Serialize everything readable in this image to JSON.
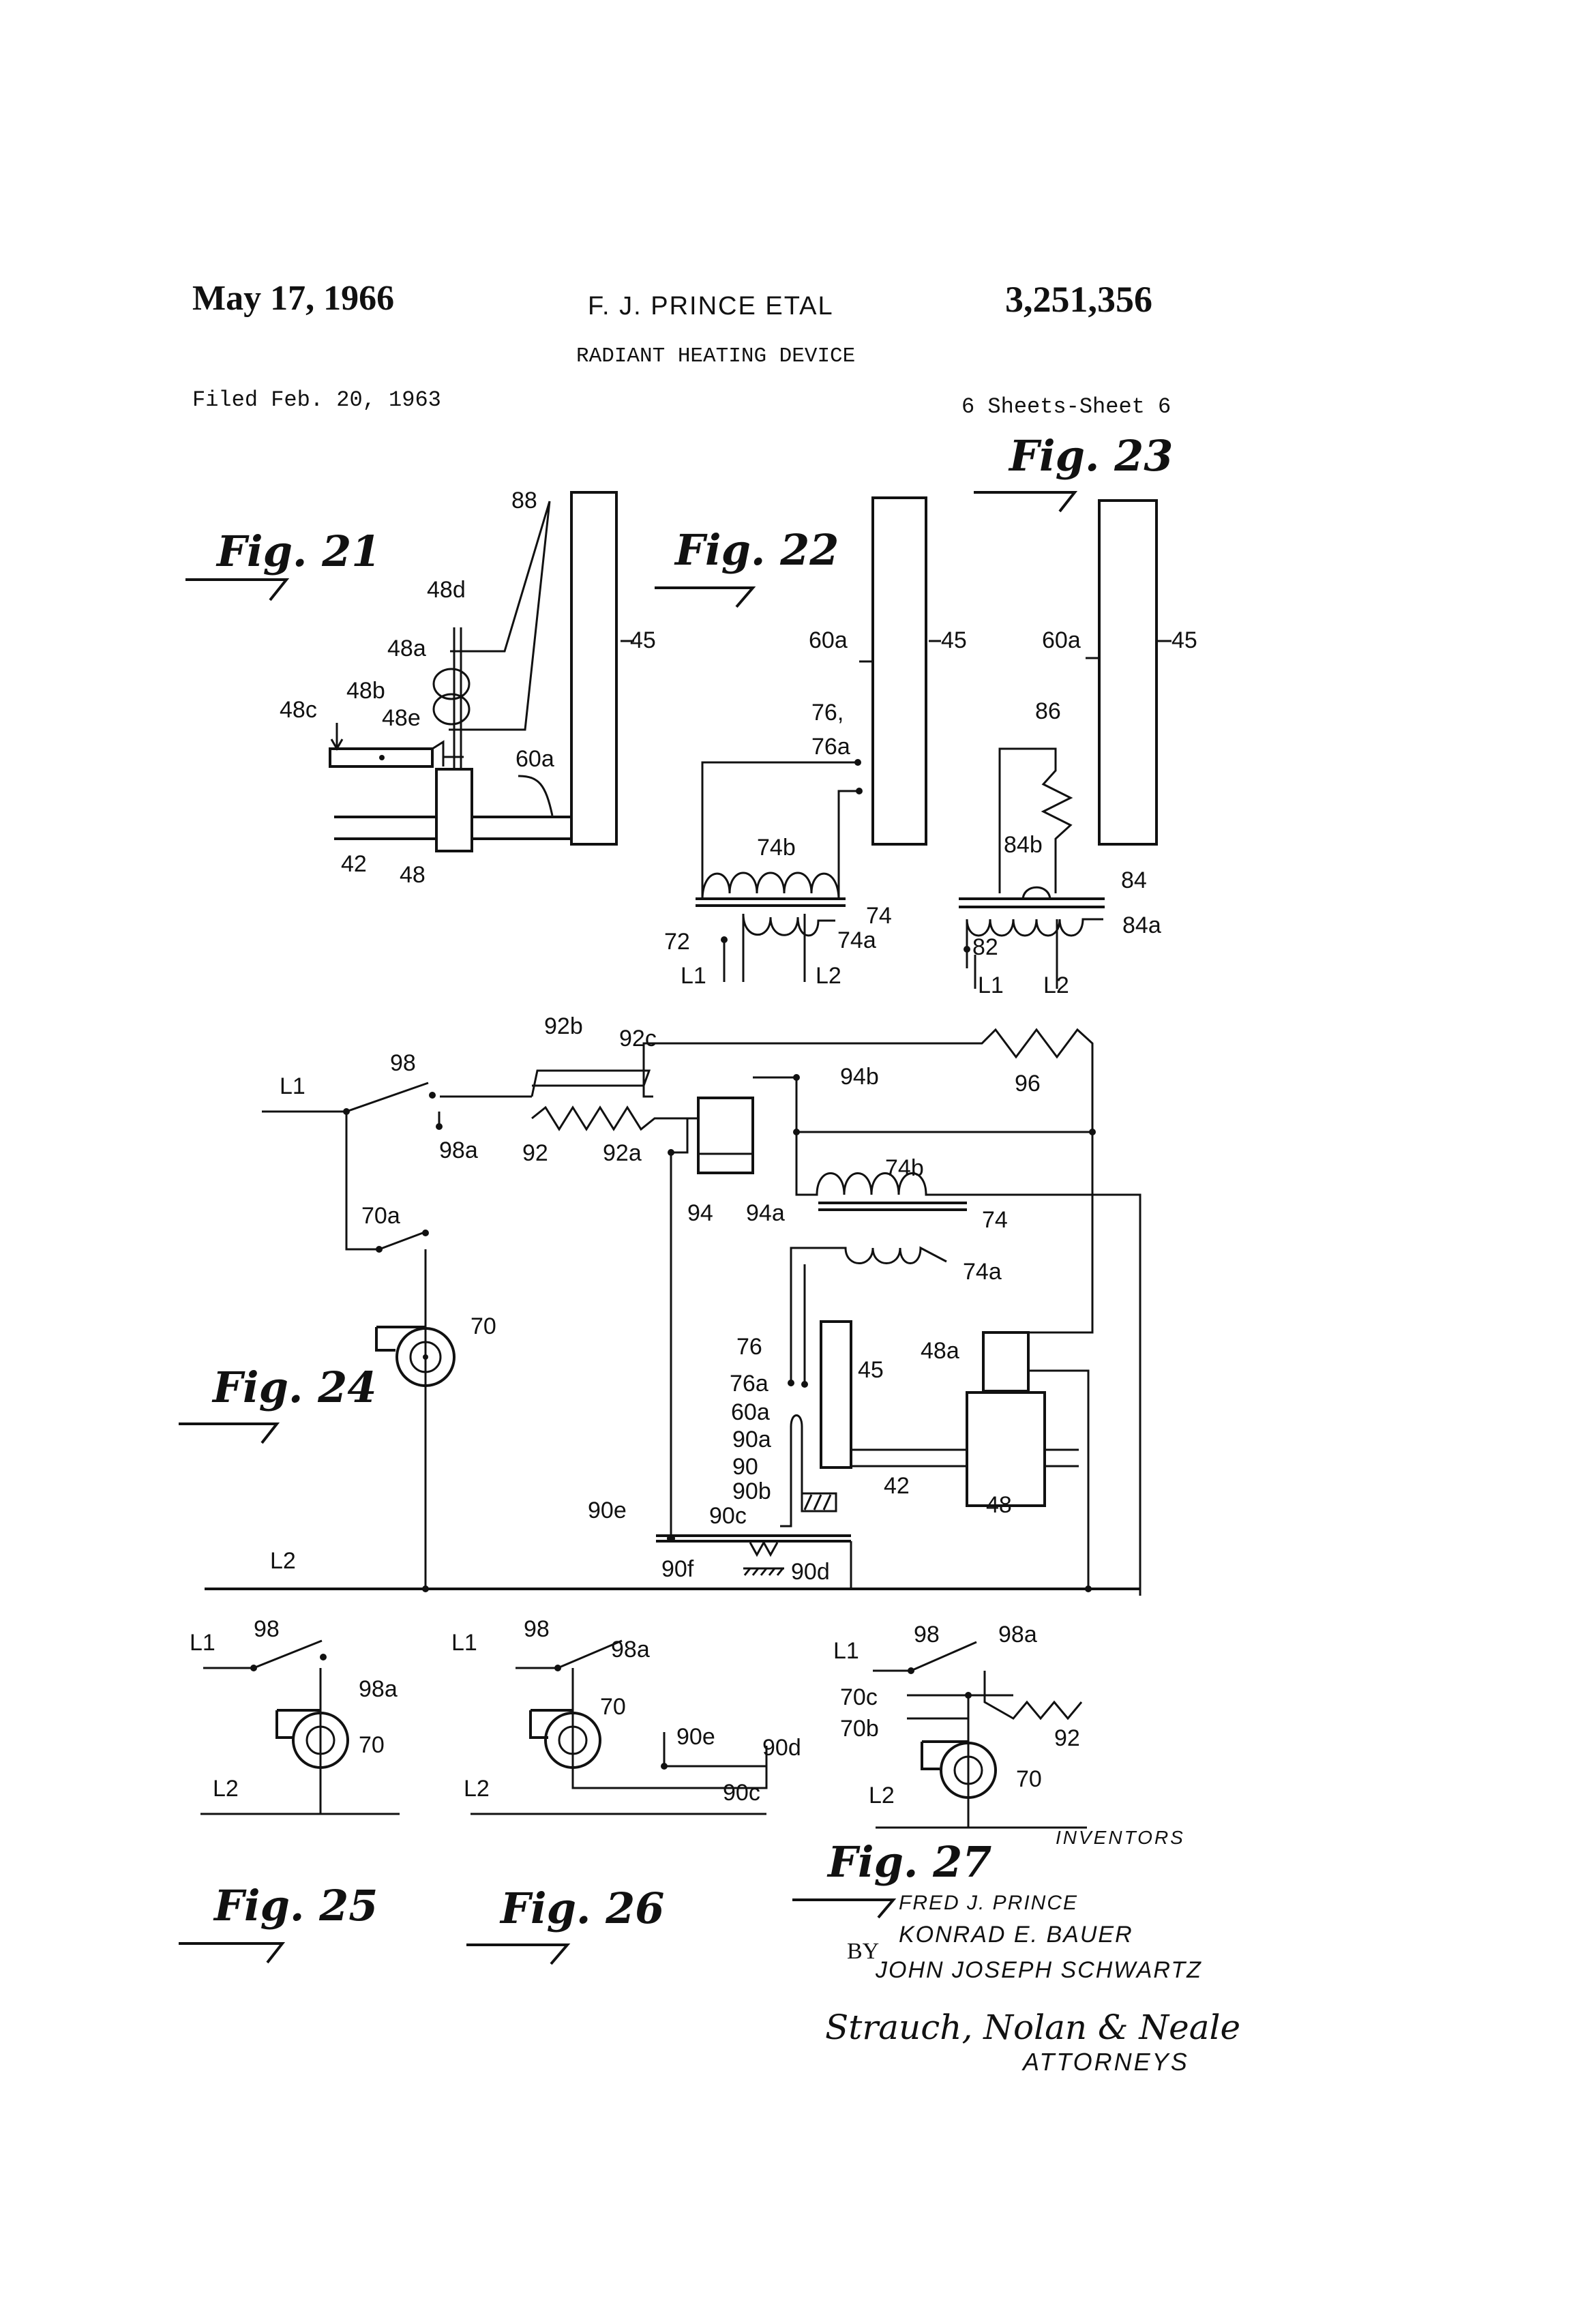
{
  "header": {
    "date": "May 17, 1966",
    "inventor_short": "F. J. PRINCE ETAL",
    "patent_number": "3,251,356",
    "title": "RADIANT HEATING DEVICE",
    "filed": "Filed Feb. 20, 1963",
    "sheets": "6 Sheets-Sheet 6"
  },
  "figures": {
    "fig21": "Fig. 21",
    "fig22": "Fig. 22",
    "fig23": "Fig. 23",
    "fig24": "Fig. 24",
    "fig25": "Fig. 25",
    "fig26": "Fig. 26",
    "fig27": "Fig. 27"
  },
  "labels": {
    "r88": "88",
    "r48d": "48d",
    "r48a": "48a",
    "r45": "45",
    "r48c": "48c",
    "r48b": "48b",
    "r48e": "48e",
    "r60a": "60a",
    "r42": "42",
    "r48": "48",
    "r76": "76,",
    "r76a": "76a",
    "r74b": "74b",
    "r74": "74",
    "r74a": "74a",
    "r72": "72",
    "L1": "L1",
    "L2": "L2",
    "r86": "86",
    "r84b": "84b",
    "r84": "84",
    "r84a": "84a",
    "r82": "82",
    "r98": "98",
    "r98a": "98a",
    "r92b": "92b",
    "r92c": "92c",
    "r94b": "94b",
    "r96": "96",
    "r92": "92",
    "r92a": "92a",
    "r94": "94",
    "r94a": "94a",
    "r70a": "70a",
    "r70": "70",
    "r76p": "76",
    "r90a": "90a",
    "r90": "90",
    "r90b": "90b",
    "r90c": "90c",
    "r90e": "90e",
    "r90f": "90f",
    "r90d": "90d",
    "r70c": "70c",
    "r70b": "70b"
  },
  "inventors": {
    "caption": "INVENTORS",
    "name1": "FRED J. PRINCE",
    "by": "BY",
    "name2": "KONRAD E. BAUER",
    "name3": "JOHN JOSEPH SCHWARTZ",
    "signature": "Strauch, Nolan & Neale",
    "attorneys": "ATTORNEYS"
  }
}
